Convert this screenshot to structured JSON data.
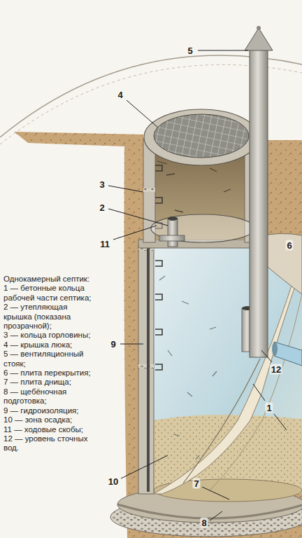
{
  "diagram": {
    "title": "Однокамерный септик:",
    "labels": [
      "5",
      "4",
      "3",
      "2",
      "11",
      "6",
      "9",
      "12",
      "1",
      "10",
      "7",
      "8",
      "1 — бетонные кольца рабочей части септика;",
      "2 — утепляющая крышка (показана прозрачной);",
      "3 — кольца горловины;",
      "4 — крышка люка;",
      "5 — вентиляционный стояк;",
      "6 — плита перекрытия;",
      "7 — плита днища;",
      "8 — щебёночная подготовка;",
      "9 — гидроизоляция;",
      "10 — зона осадка;",
      "11 — ходовые скобы;",
      "12 — уровень сточных вод."
    ]
  }
}
